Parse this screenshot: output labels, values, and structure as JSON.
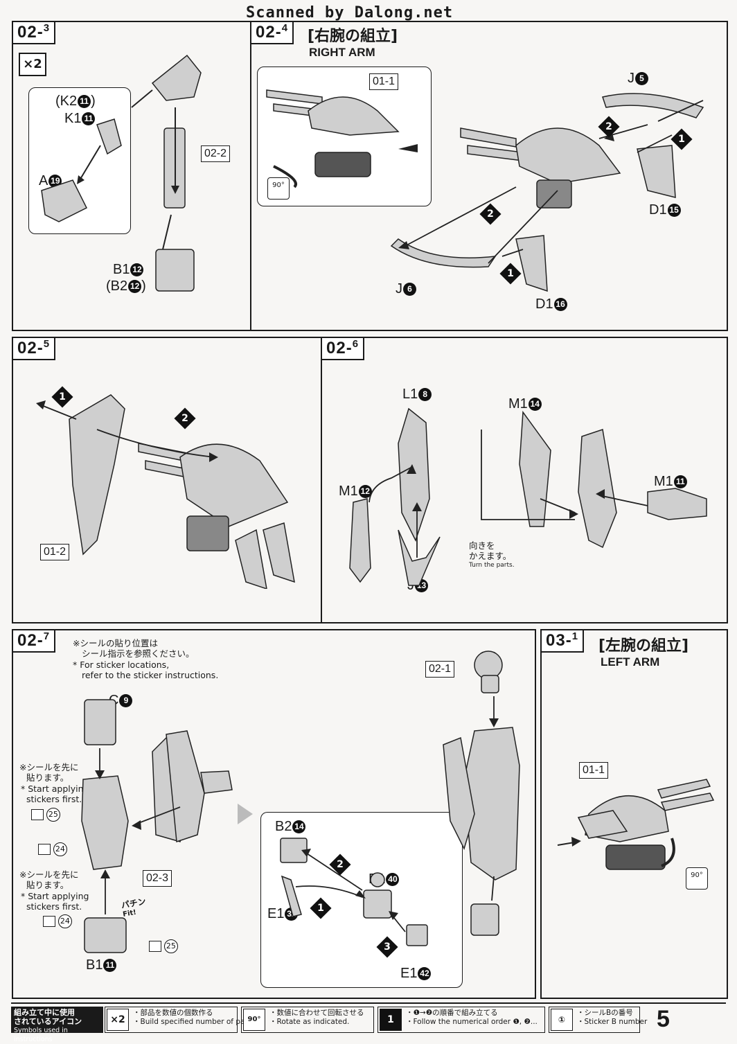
{
  "watermark": "Scanned by Dalong.net",
  "steps": {
    "s0203": {
      "label": "02-",
      "sub": "3",
      "multiplier": "×2"
    },
    "s0204": {
      "label": "02-",
      "sub": "4",
      "jp": "[右腕の組立]",
      "en": "RIGHT ARM"
    },
    "s0205": {
      "label": "02-",
      "sub": "5"
    },
    "s0206": {
      "label": "02-",
      "sub": "6"
    },
    "s0207": {
      "label": "02-",
      "sub": "7"
    },
    "s0301": {
      "label": "03-",
      "sub": "1",
      "jp": "[左腕の組立]",
      "en": "LEFT ARM"
    }
  },
  "refs": {
    "r0202": "02-2",
    "r0101a": "01-1",
    "r0102": "01-2",
    "r0203": "02-3",
    "r0201": "02-1",
    "r0101b": "01-1"
  },
  "parts": {
    "k2": {
      "name": "(K2",
      "num": "11",
      "close": ")"
    },
    "k1": {
      "name": "K1",
      "num": "11"
    },
    "a": {
      "name": "A",
      "num": "19"
    },
    "b1": {
      "name": "B1",
      "num": "12"
    },
    "b2": {
      "name": "(B2",
      "num": "12",
      "close": ")"
    },
    "j5": {
      "name": "J",
      "num": "5"
    },
    "d1a": {
      "name": "D1",
      "num": "15"
    },
    "j6": {
      "name": "J",
      "num": "6"
    },
    "d1b": {
      "name": "D1",
      "num": "16"
    },
    "l1": {
      "name": "L1",
      "num": "8"
    },
    "m1a": {
      "name": "M1",
      "num": "14"
    },
    "m1b": {
      "name": "M1",
      "num": "12"
    },
    "m1c": {
      "name": "M1",
      "num": "11"
    },
    "j13": {
      "name": "J",
      "num": "13"
    },
    "c9": {
      "name": "C",
      "num": "9"
    },
    "b1c": {
      "name": "B1",
      "num": "11"
    },
    "b2d": {
      "name": "B2",
      "num": "14"
    },
    "e1a": {
      "name": "E1",
      "num": "40"
    },
    "e1b": {
      "name": "E1",
      "num": "32"
    },
    "e1c": {
      "name": "E1",
      "num": "42"
    }
  },
  "notes": {
    "sticker_jp1": "※シールの貼り位置は",
    "sticker_jp2": "シール指示を参照ください。",
    "sticker_en1": "* For sticker locations,",
    "sticker_en2": "refer to the sticker instructions.",
    "first_jp1": "※シールを先に",
    "first_jp2": "貼ります。",
    "first_en1": "* Start applying",
    "first_en2": "stickers first.",
    "turn_jp1": "向きを",
    "turn_jp2": "かえます。",
    "turn_en": "Turn the parts.",
    "fit_jp": "パチン",
    "fit_en": "Fit!",
    "rotate": "90°",
    "stickers": {
      "s25": "25",
      "s24": "24"
    }
  },
  "legend": {
    "title_jp1": "組み立て中に使用",
    "title_jp2": "されているアイコン",
    "title_en": "Symbols used in instructions",
    "x2_icon": "×2",
    "x2_jp": "・部品を数値の個数作る",
    "x2_en": "・Build specified number of parts.",
    "rot_icon": "90°",
    "rot_jp": "・数値に合わせて回転させる",
    "rot_en": "・Rotate as indicated.",
    "ord_icon": "1",
    "ord_jp": "・❶→❷の順番で組み立てる",
    "ord_en": "・Follow the numerical order ❶, ❷...",
    "stk_icon": "①",
    "stk_jp": "・シールBの番号",
    "stk_en": "・Sticker B number"
  },
  "page_number": "5"
}
